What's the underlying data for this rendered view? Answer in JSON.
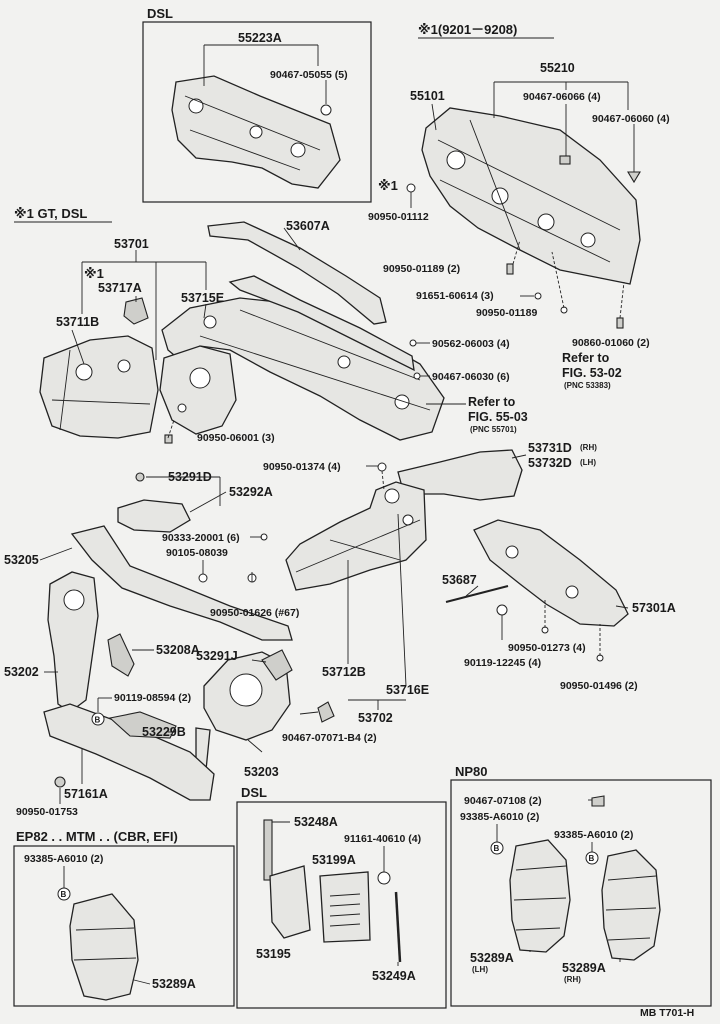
{
  "boxes": {
    "dsl_top": "DSL",
    "gt_dsl": "※1 GT, DSL",
    "series": "※1(9201－9208)",
    "dsl_bottom": "DSL",
    "np80": "NP80",
    "ep82": "EP82 . . MTM . . (CBR, EFI)"
  },
  "labels": {
    "p55223A": "55223A",
    "p90467_05055": "90467-05055 (5)",
    "p55210": "55210",
    "p55101": "55101",
    "p90467_06066": "90467-06066 (4)",
    "p90467_06060": "90467-06060 (4)",
    "star1_mid": "※1",
    "p90950_01112": "90950-01112",
    "p90950_01189a": "90950-01189 (2)",
    "p91651_60614": "91651-60614 (3)",
    "p90950_01189b": "90950-01189",
    "p90860_01060": "90860-01060 (2)",
    "p53607A": "53607A",
    "p53701": "53701",
    "star1_left": "※1",
    "p53717A": "53717A",
    "p53715E": "53715E",
    "p53711B": "53711B",
    "p90562_06003": "90562-06003 (4)",
    "refer1": "Refer to",
    "fig1": "FIG. 53-02",
    "pnc1": "(PNC 53383)",
    "p90467_06030": "90467-06030 (6)",
    "refer2": "Refer to",
    "fig2": "FIG. 55-03",
    "pnc2": "(PNC 55701)",
    "p90950_06001": "90950-06001 (3)",
    "p53731D": "53731D",
    "rh1": "(RH)",
    "p53732D": "53732D",
    "lh1": "(LH)",
    "p90950_01374": "90950-01374 (4)",
    "p53291D": "53291D",
    "p53292A": "53292A",
    "p90333_20001": "90333-20001 (6)",
    "p90105_08039": "90105-08039",
    "p53205": "53205",
    "p90950_01626": "90950-01626 (#67)",
    "p53687": "53687",
    "p57301A": "57301A",
    "p90950_01273": "90950-01273 (4)",
    "p90119_12245": "90119-12245 (4)",
    "p90950_01496": "90950-01496 (2)",
    "p53202": "53202",
    "p53208A": "53208A",
    "p53291J": "53291J",
    "p53712B": "53712B",
    "p53716E": "53716E",
    "p90119_08594": "90119-08594 (2)",
    "p53229B": "53229B",
    "p53702": "53702",
    "p90467_07071": "90467-07071-B4 (2)",
    "p57161A": "57161A",
    "p53203": "53203",
    "p90950_01753": "90950-01753",
    "p53248A": "53248A",
    "p91161_40610": "91161-40610 (4)",
    "p53199A": "53199A",
    "p53195": "53195",
    "p53249A": "53249A",
    "p90467_07108": "90467-07108 (2)",
    "p93385_np_a": "93385-A6010 (2)",
    "p93385_np_b": "93385-A6010 (2)",
    "p53289A_lh": "53289A",
    "lh2": "(LH)",
    "p53289A_rh": "53289A",
    "rh2": "(RH)",
    "p93385_ep": "93385-A6010 (2)",
    "p53289A_ep": "53289A",
    "fig_code": "MB T701-H"
  }
}
